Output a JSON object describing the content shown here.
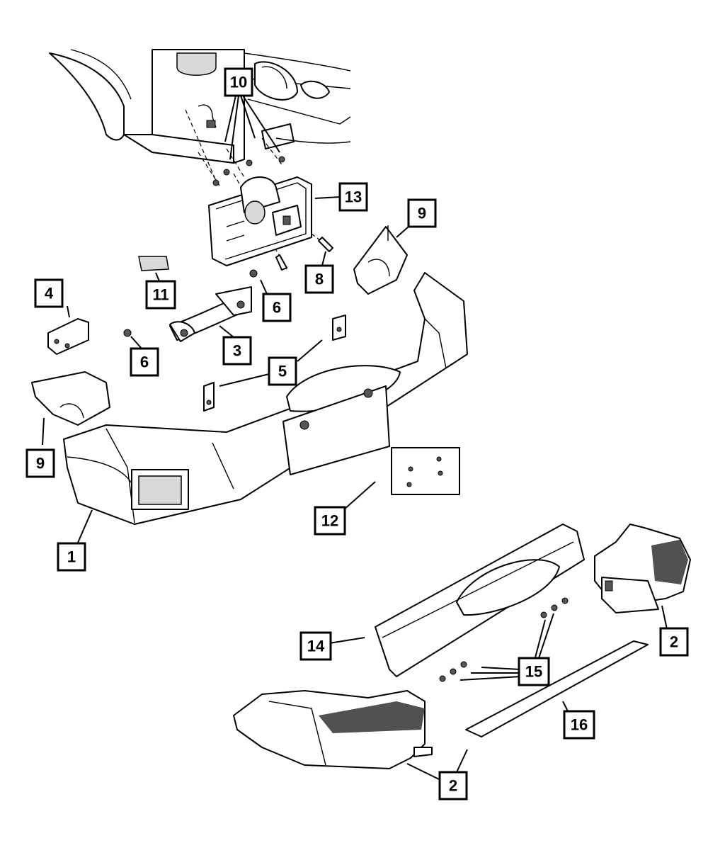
{
  "callouts": {
    "c1": "1",
    "c2a": "2",
    "c2b": "2",
    "c3": "3",
    "c4": "4",
    "c5": "5",
    "c6a": "6",
    "c6b": "6",
    "c8": "8",
    "c9a": "9",
    "c9b": "9",
    "c10": "10",
    "c11": "11",
    "c12": "12",
    "c13": "13",
    "c14": "14",
    "c15": "15",
    "c16": "16"
  }
}
